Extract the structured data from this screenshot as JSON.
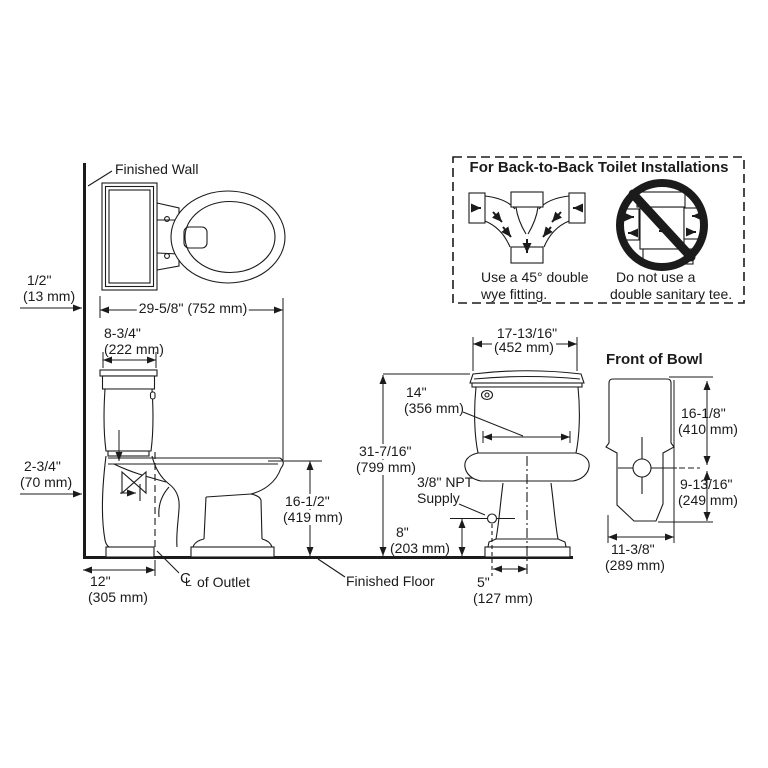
{
  "colors": {
    "ink": "#1b1b1b",
    "background": "#ffffff"
  },
  "labels": {
    "finished_wall": "Finished Wall",
    "finished_floor": "Finished Floor",
    "front_of_bowl": "Front of Bowl",
    "centerline": {
      "c": "C",
      "l": "L",
      "text": "of Outlet"
    }
  },
  "dims": {
    "wall_gap": [
      "1/2\"",
      "(13 mm)"
    ],
    "overall_depth": "29-5/8\" (752 mm)",
    "tank_depth": [
      "8-3/4\"",
      "(222 mm)"
    ],
    "valve_offset": [
      "2-3/4\"",
      "(70 mm)"
    ],
    "rough_in": [
      "12\"",
      "(305 mm)"
    ],
    "rim_height": [
      "16-1/2\"",
      "(419 mm)"
    ],
    "tank_width": [
      "17-13/16\"",
      "(452 mm)"
    ],
    "tank_clearance": [
      "14\"",
      "(356 mm)"
    ],
    "overall_height": [
      "31-7/16\"",
      "(799 mm)"
    ],
    "supply_label": [
      "3/8\" NPT",
      "Supply"
    ],
    "supply_height": [
      "8\"",
      "(203 mm)"
    ],
    "supply_offset": [
      "5\"",
      "(127 mm)"
    ],
    "bowl_upper": [
      "16-1/8\"",
      "(410 mm)"
    ],
    "bowl_lower": [
      "9-13/16\"",
      "(249 mm)"
    ],
    "bowl_width": [
      "11-3/8\"",
      "(289 mm)"
    ]
  },
  "back_to_back": {
    "title": "For Back-to-Back Toilet Installations",
    "do_caption": [
      "Use a 45° double",
      "wye fitting."
    ],
    "dont_caption": [
      "Do not use a",
      "double sanitary tee."
    ]
  }
}
